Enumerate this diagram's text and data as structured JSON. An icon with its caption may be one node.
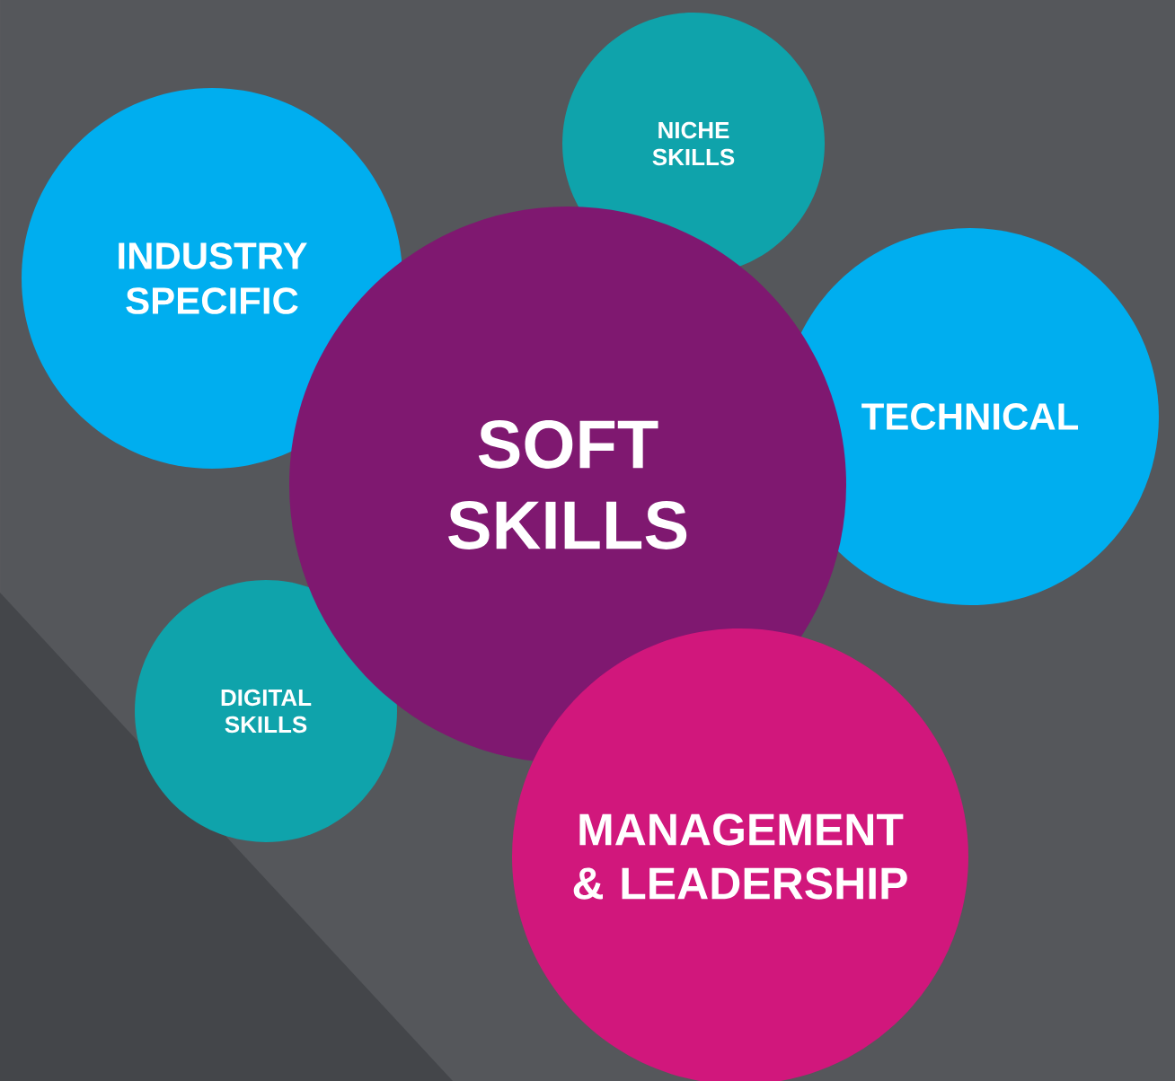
{
  "diagram": {
    "nodes": [
      {
        "text": [
          "NICHE SKILLS"
        ]
      },
      {
        "text": [
          "INDUSTRY SPECIFIC"
        ]
      },
      {
        "text": [
          "TECHNICAL"
        ]
      },
      {
        "text": [
          "SOFT SKILLS"
        ]
      },
      {
        "text": [
          "DIGITAL SKILLS"
        ]
      },
      {
        "text": [
          "MANAGEMENT & LEADERSHIP"
        ]
      }
    ]
  }
}
